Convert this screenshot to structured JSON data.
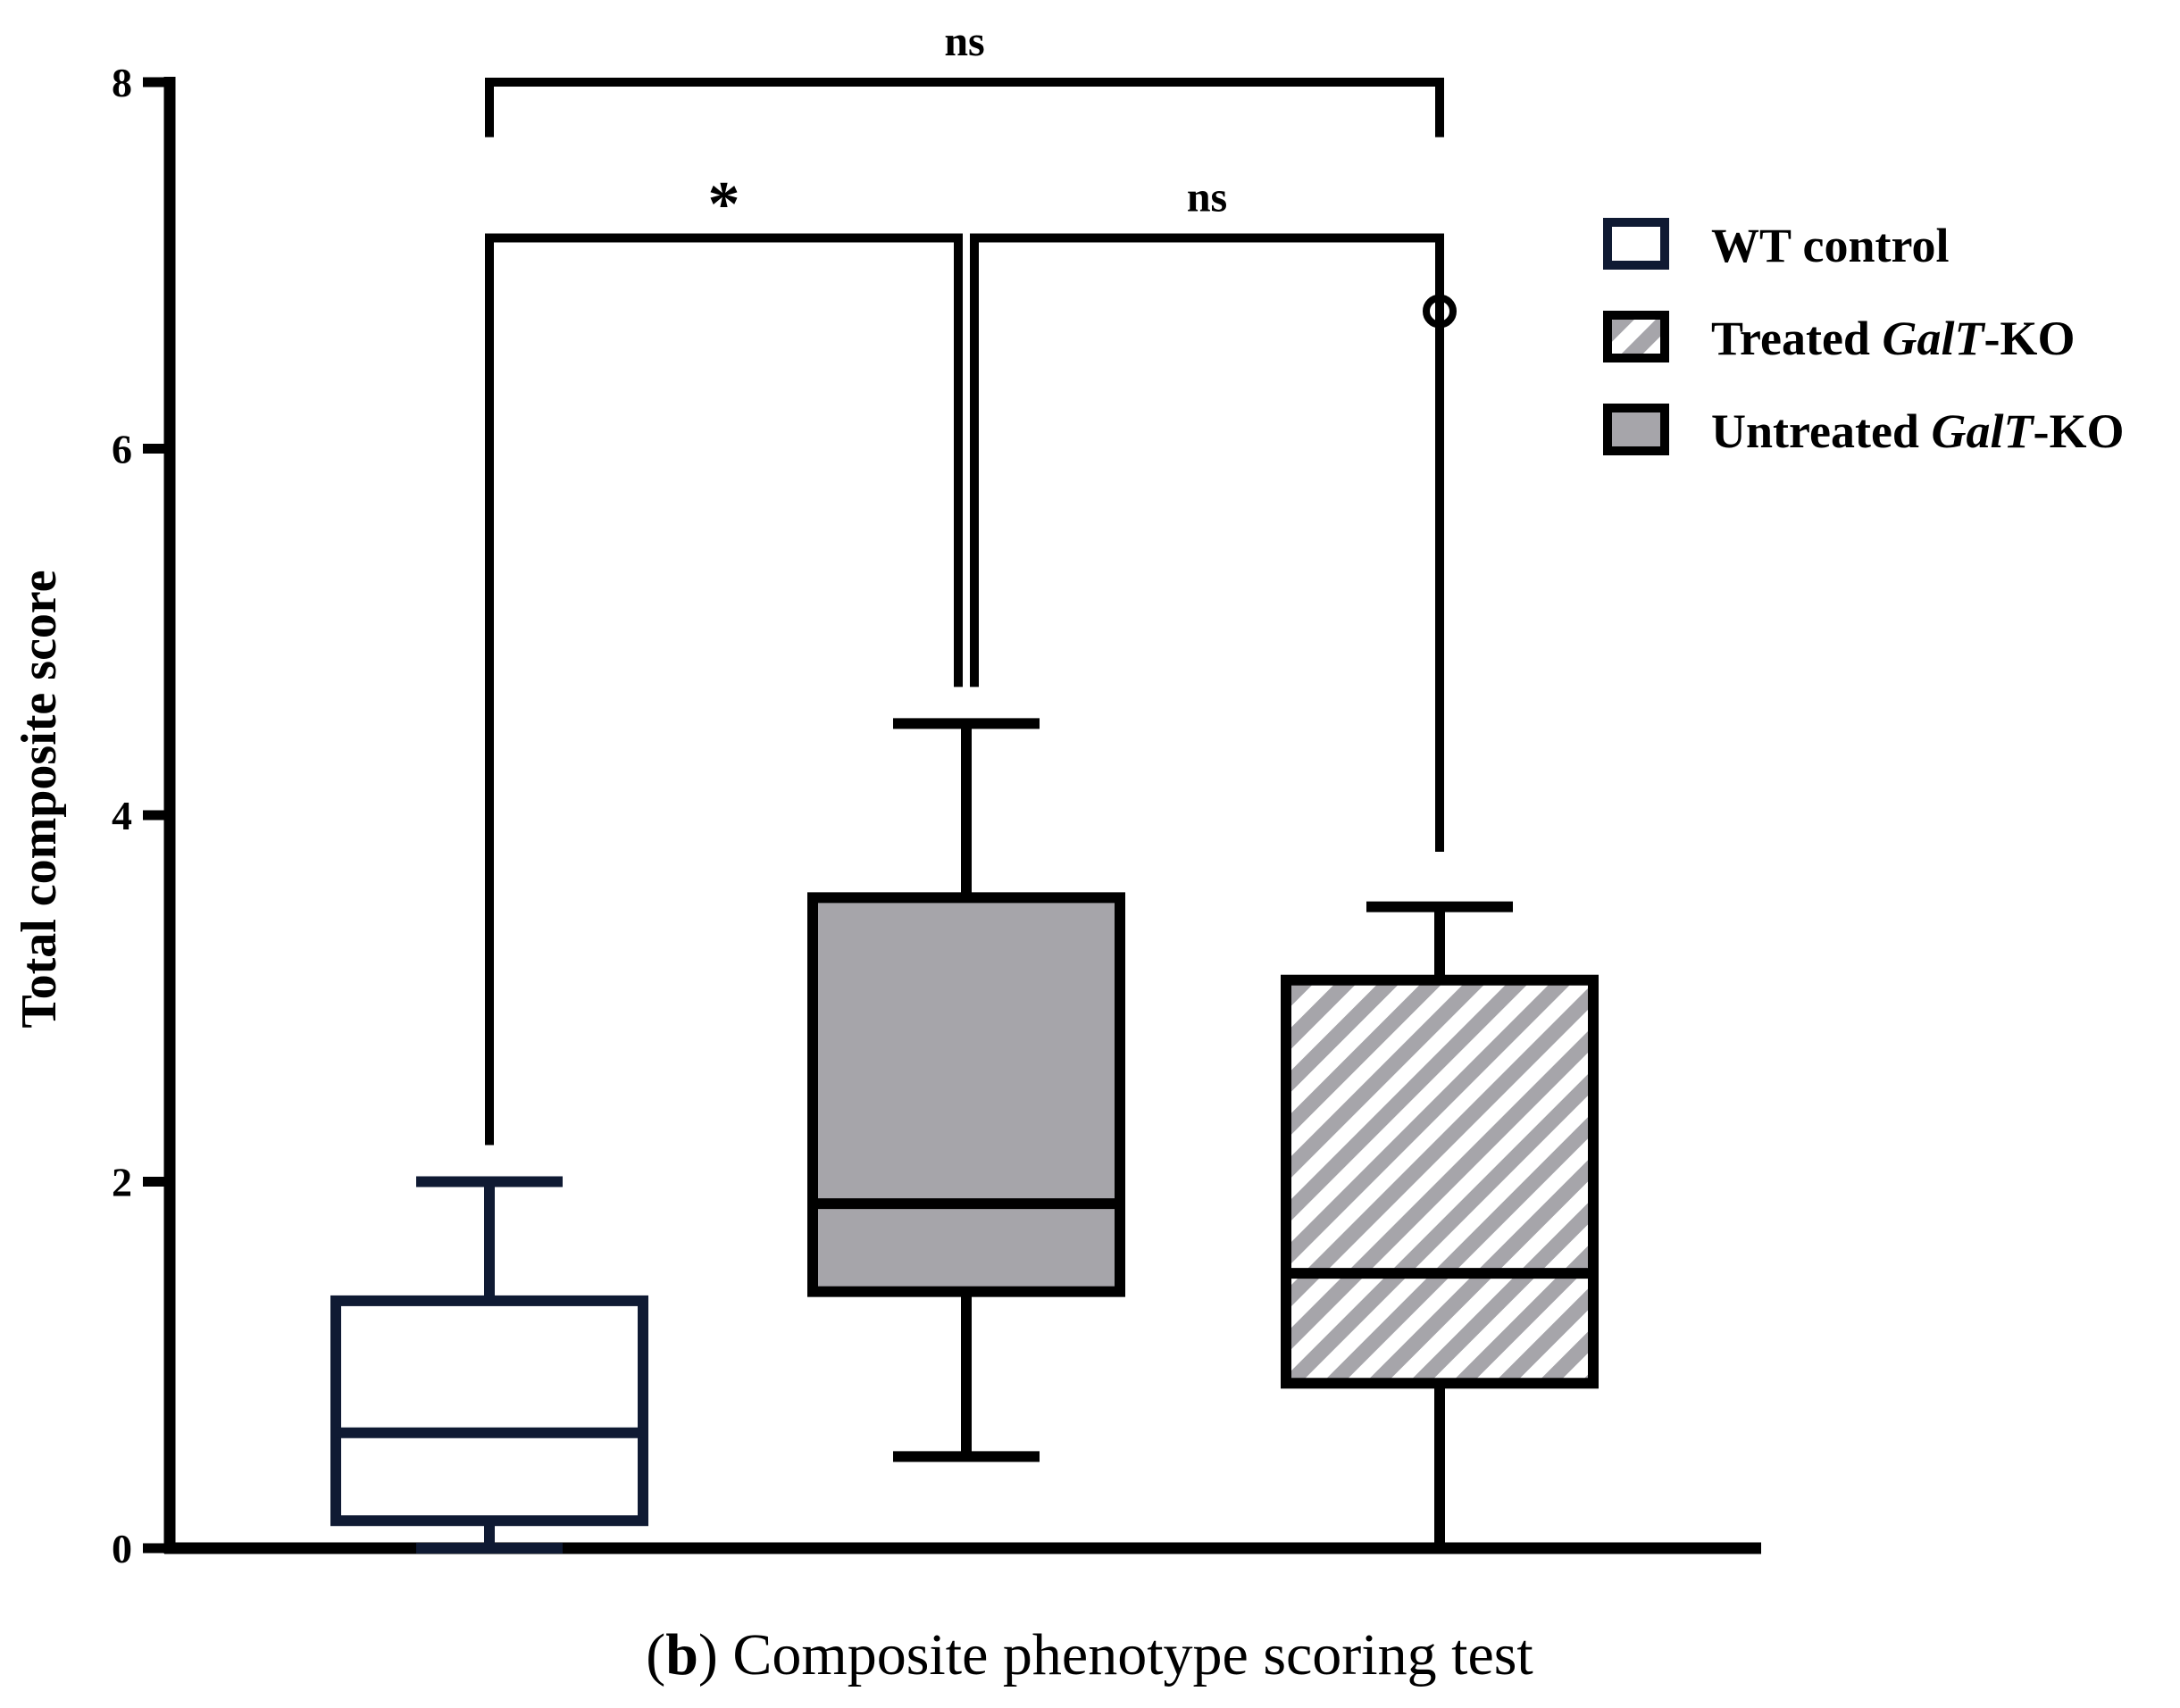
{
  "chart_data": {
    "type": "box",
    "ylabel": "Total composite score",
    "ylim": [
      0,
      8
    ],
    "yticks": [
      0,
      2,
      4,
      6,
      8
    ],
    "grid": false,
    "legend_position": "top-right",
    "groups": [
      {
        "name": "WT control",
        "legend": {
          "prefix": "WT control",
          "italic": "",
          "suffix": ""
        },
        "fill": "#ffffff",
        "stroke": "#0f1a33",
        "pattern": "none",
        "whisker_low": 0,
        "q1": 0.15,
        "median": 0.63,
        "q3": 1.35,
        "whisker_high": 2.0,
        "outliers": []
      },
      {
        "name": "Untreated GalT-KO",
        "legend": {
          "prefix": "Untreated ",
          "italic": "GalT",
          "suffix": "-KO"
        },
        "fill": "#a6a5aa",
        "stroke": "#000000",
        "pattern": "solid",
        "whisker_low": 0.5,
        "q1": 1.4,
        "median": 1.88,
        "q3": 3.55,
        "whisker_high": 4.5,
        "outliers": []
      },
      {
        "name": "Treated GalT-KO",
        "legend": {
          "prefix": "Treated ",
          "italic": "GalT",
          "suffix": "-KO"
        },
        "fill": "#a6a5aa",
        "stroke": "#000000",
        "pattern": "hatched",
        "whisker_low": 0,
        "q1": 0.9,
        "median": 1.5,
        "q3": 3.1,
        "whisker_high": 3.5,
        "outliers": [
          6.75
        ]
      }
    ],
    "legend_order": [
      "WT control",
      "Treated GalT-KO",
      "Untreated GalT-KO"
    ],
    "significance": [
      {
        "from": "WT control",
        "to": "Untreated GalT-KO",
        "label": "*",
        "y": 7.15
      },
      {
        "from": "Untreated GalT-KO",
        "to": "Treated GalT-KO",
        "label": "ns",
        "y": 7.15
      },
      {
        "from": "WT control",
        "to": "Treated GalT-KO",
        "label": "ns",
        "y": 8.0
      }
    ],
    "caption": {
      "letter": "b",
      "text": "Composite phenotype scoring test"
    }
  }
}
